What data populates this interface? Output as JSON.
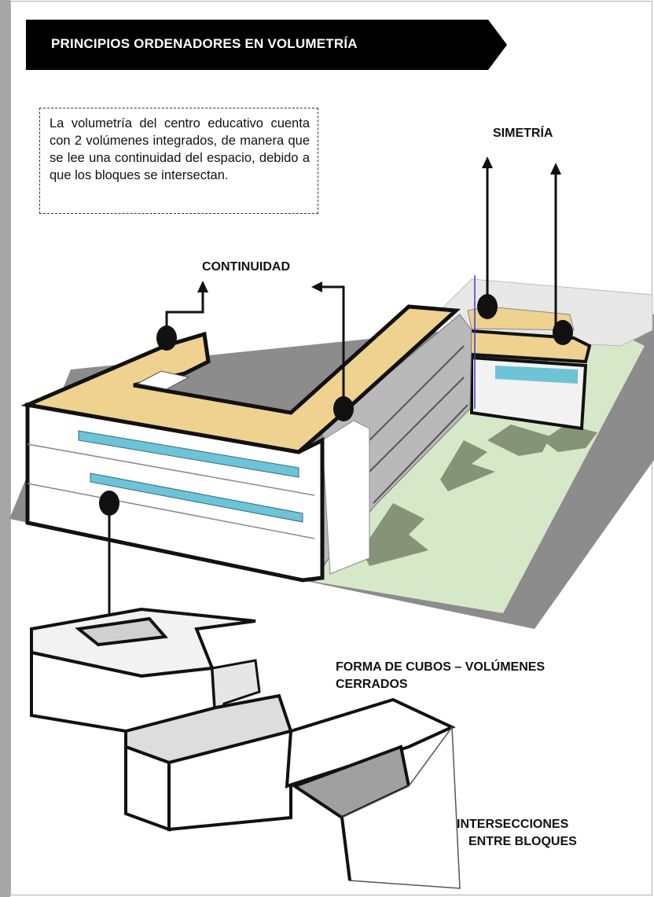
{
  "header": {
    "title": "PRINCIPIOS ORDENADORES EN VOLUMETRÍA"
  },
  "description": "La volumetría del centro educativo cuenta con 2 volúmenes integrados, de manera que se lee una continuidad del espacio, debido a que los bloques se intersectan.",
  "labels": {
    "simetria": "SIMETRÍA",
    "continuidad": "CONTINUIDAD",
    "forma_line1": "FORMA DE CUBOS – VOLÚMENES",
    "forma_line2": "CERRADOS",
    "intersecciones_line1": "INTERSECCIONES",
    "intersecciones_line2": "ENTRE BLOQUES"
  },
  "colors": {
    "banner": "#000000",
    "roof": "#efd190",
    "ground": "#d6e8c8",
    "site": "#8a8a8a",
    "window": "#6ec3d6",
    "side_bar": "#a6a6a6"
  }
}
